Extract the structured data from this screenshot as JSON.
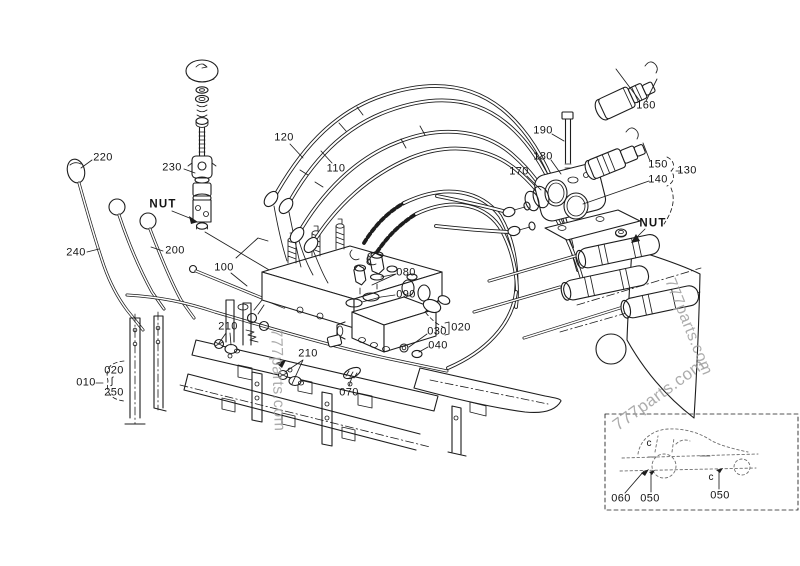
{
  "colors": {
    "ink": "#1d1d1d",
    "watermark": "#9e9e9e",
    "paper": "#ffffff"
  },
  "watermark": {
    "text": "777parts.com"
  },
  "callouts": {
    "c220": "220",
    "c230": "230",
    "c240": "240",
    "c200": "200",
    "c100": "100",
    "c120": "120",
    "c110": "110",
    "c080": "080",
    "c090": "090",
    "c030": "030",
    "c040": "040",
    "c020_valve": "020",
    "c070": "070",
    "c210_upper": "210",
    "c210_lower": "210",
    "c010": "010",
    "c020_range": "020",
    "range_symbol": "∫",
    "c250": "250",
    "c190": "190",
    "c180": "180",
    "c170": "170",
    "c160": "160",
    "c150": "150",
    "c140": "140",
    "c130": "130",
    "nut_left": "NUT",
    "nut_right": "NUT",
    "c060": "060",
    "c050_left": "050",
    "c050_right": "050",
    "ref_c_upper": "c",
    "ref_c_lower": "c"
  }
}
